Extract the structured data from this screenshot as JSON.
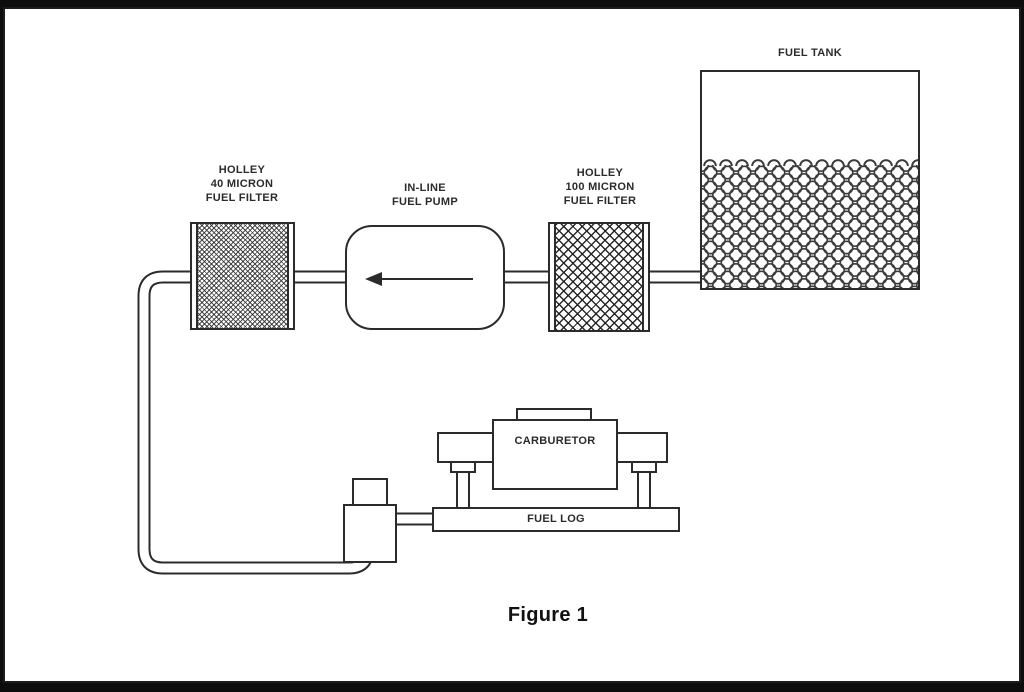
{
  "tank": {
    "label": "FUEL TANK"
  },
  "filter_100": {
    "label_lines": [
      "HOLLEY",
      "100 MICRON",
      "FUEL FILTER"
    ]
  },
  "pump": {
    "label_lines": [
      "IN-LINE",
      "FUEL PUMP"
    ],
    "flow_direction": "left"
  },
  "filter_40": {
    "label_lines": [
      "HOLLEY",
      "40 MICRON",
      "FUEL FILTER"
    ]
  },
  "carburetor": {
    "label": "CARBURETOR"
  },
  "fuel_log": {
    "label": "FUEL LOG"
  },
  "caption": "Figure 1",
  "colors": {
    "line": "#2b2b2b",
    "background": "#ffffff",
    "frame": "#0d0d0d"
  }
}
